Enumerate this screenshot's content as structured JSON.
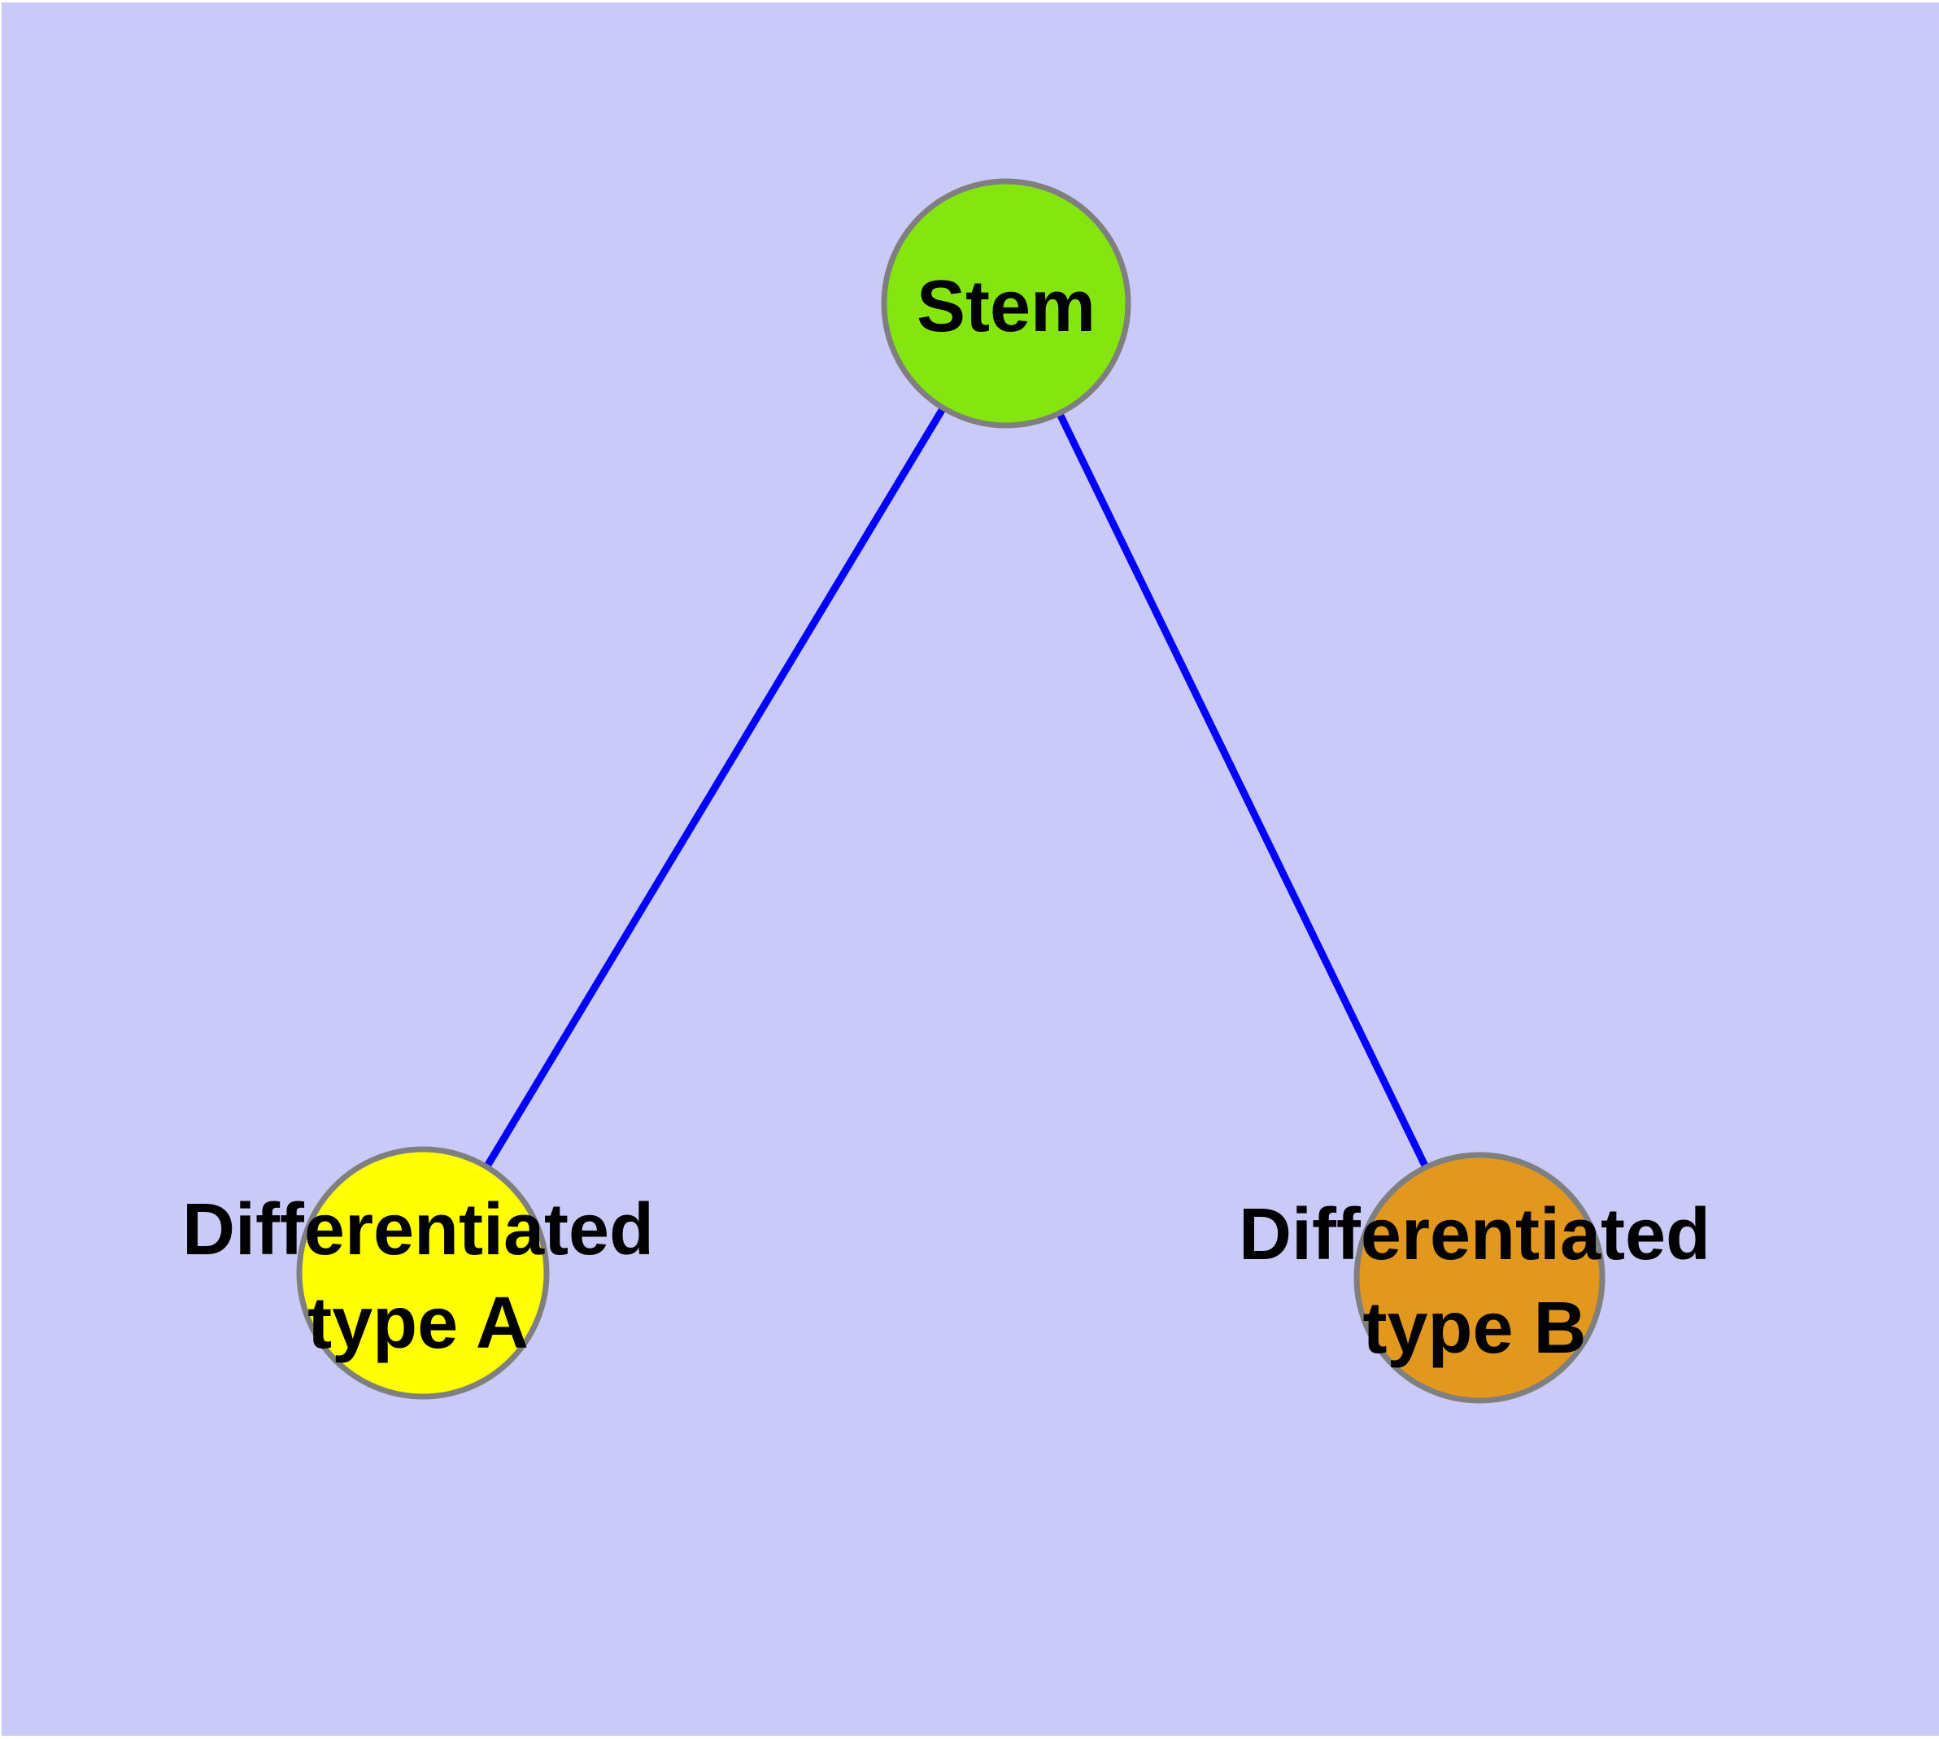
{
  "diagram": {
    "type": "node-link-graph",
    "background_color": "#cacaf8",
    "device_margin_color": "#ffffff",
    "edge_color": "#0000ff",
    "node_border_color": "#7f7f7f",
    "label_color": "#000000",
    "nodes": {
      "stem": {
        "label": "Stem",
        "color": "#84e60e"
      },
      "type_a": {
        "label_line1": "Differentiated",
        "label_line2": "type A",
        "color": "#ffff00"
      },
      "type_b": {
        "label_line1": "Differentiated",
        "label_line2": "type B",
        "color": "#e2981e"
      }
    },
    "edges": [
      {
        "from": "Stem",
        "to": "Differentiated type A"
      },
      {
        "from": "Stem",
        "to": "Differentiated type B"
      }
    ]
  }
}
